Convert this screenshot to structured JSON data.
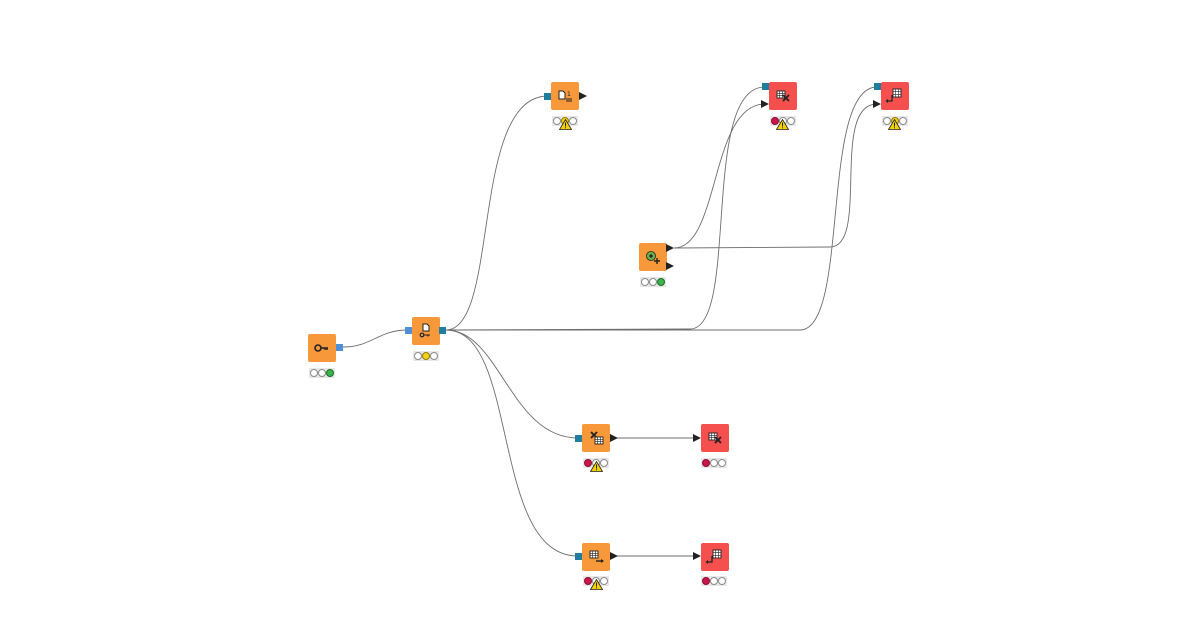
{
  "workflow": {
    "nodes": [
      {
        "id": "credentials",
        "icon": "key-icon",
        "color": "#f7983a",
        "status": [
          "off",
          "off",
          "green"
        ],
        "warning": false
      },
      {
        "id": "file-reader",
        "icon": "file-reader-icon",
        "color": "#f7983a",
        "status": [
          "off",
          "yellow",
          "off"
        ],
        "warning": false
      },
      {
        "id": "metadata-reader",
        "icon": "metadata-icon",
        "color": "#f7983a",
        "status": [
          "off",
          "yellow",
          "off"
        ],
        "warning": true
      },
      {
        "id": "table-delete-top",
        "icon": "table-delete-icon",
        "color": "#f5504e",
        "status": [
          "red",
          "off",
          "off"
        ],
        "warning": true
      },
      {
        "id": "table-writer-top",
        "icon": "table-writer-icon",
        "color": "#f5504e",
        "status": [
          "off",
          "yellow",
          "off"
        ],
        "warning": true
      },
      {
        "id": "create-connection",
        "icon": "connection-add-icon",
        "color": "#f7983a",
        "status": [
          "off",
          "off",
          "green"
        ],
        "warning": false
      },
      {
        "id": "delete-table-mid",
        "icon": "table-delete-icon",
        "color": "#f7983a",
        "status": [
          "red",
          "off",
          "off"
        ],
        "warning": true
      },
      {
        "id": "delete-table-end",
        "icon": "table-delete-icon",
        "color": "#f5504e",
        "status": [
          "red",
          "off",
          "off"
        ],
        "warning": false
      },
      {
        "id": "write-table-mid",
        "icon": "table-writer-icon",
        "color": "#f7983a",
        "status": [
          "red",
          "off",
          "off"
        ],
        "warning": true
      },
      {
        "id": "write-table-end",
        "icon": "table-writer-icon",
        "color": "#f5504e",
        "status": [
          "red",
          "off",
          "off"
        ],
        "warning": false
      }
    ],
    "status_colors": {
      "red": "#c8174b",
      "yellow": "#f4d41a",
      "green": "#39b54a",
      "off": "#ffffff"
    },
    "port_colors": {
      "credentials": "#4f8fd8",
      "table": "#1f7ea0",
      "flow": "#222222"
    }
  }
}
